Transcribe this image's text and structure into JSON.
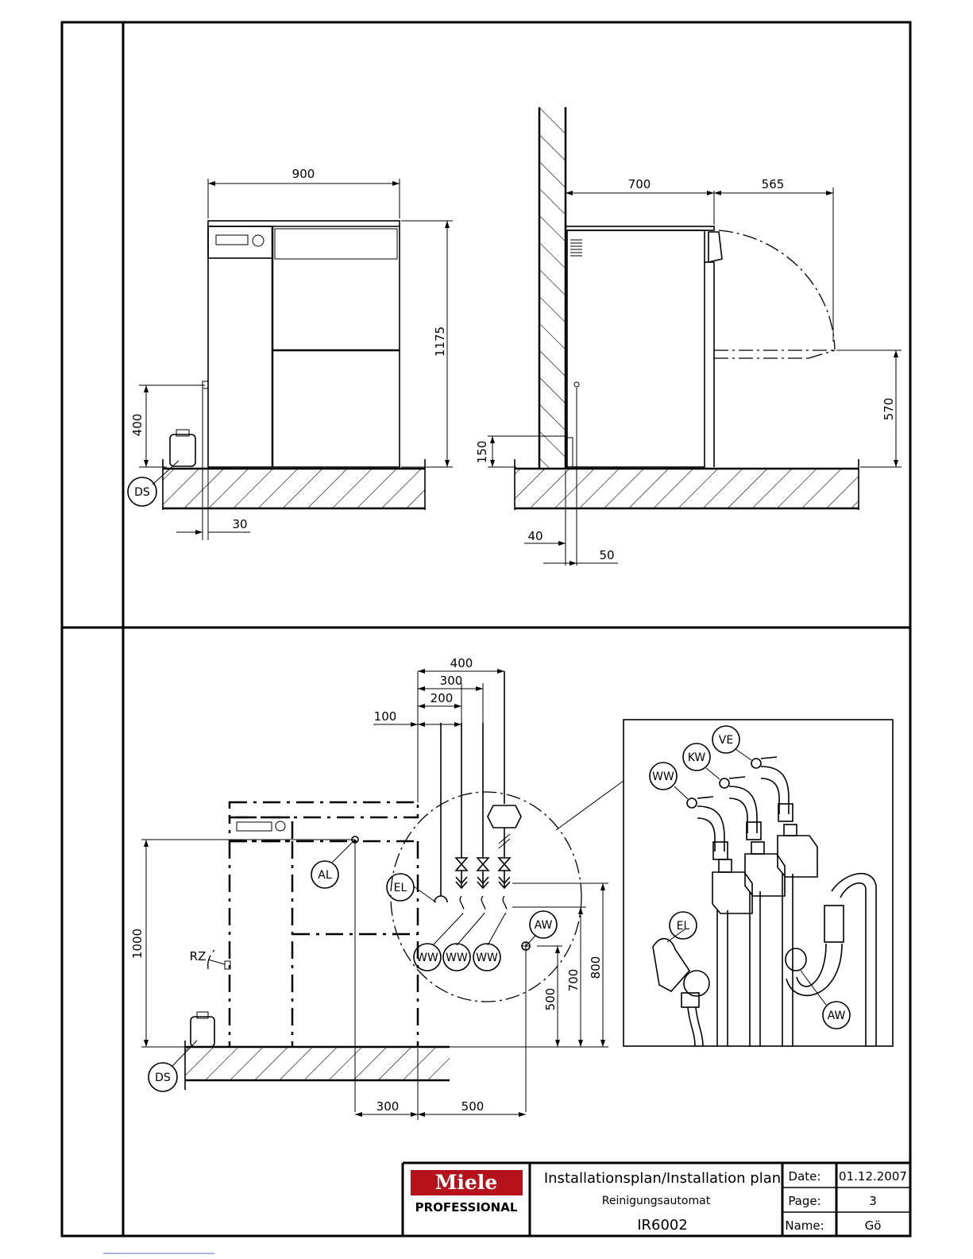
{
  "front_view": {
    "dims": {
      "width": "900",
      "height": "1175",
      "connection_height": "400",
      "offset": "30"
    },
    "labels": {
      "ds": "DS"
    }
  },
  "side_view": {
    "dims": {
      "depth": "700",
      "door": "565",
      "door_height": "570",
      "socket_height": "150",
      "d40": "40",
      "d50": "50"
    }
  },
  "plan_view": {
    "dims": {
      "d400": "400",
      "d300": "300",
      "d200": "200",
      "d100": "100",
      "d1000": "1000",
      "d500v": "500",
      "d700v": "700",
      "d800v": "800",
      "d300h": "300",
      "d500h": "500"
    },
    "labels": {
      "al": "AL",
      "el": "EL",
      "rz": "RZ",
      "ds": "DS",
      "aw": "AW",
      "ww1": "WW",
      "ww2": "WW",
      "ww3": "WW"
    }
  },
  "detail_view": {
    "labels": {
      "ww": "WW",
      "kw": "KW",
      "ve": "VE",
      "el": "EL",
      "aw": "AW"
    }
  },
  "title_block": {
    "logo_main": "Miele",
    "logo_sub": "PROFESSIONAL",
    "title": "Installationsplan/Installation plan",
    "subtitle": "Reinigungsautomat",
    "model": "IR6002",
    "date_label": "Date:",
    "date_value": "01.12.2007",
    "page_label": "Page:",
    "page_value": "3",
    "name_label": "Name:",
    "name_value": "Gö"
  },
  "colors": {
    "logo_red": "#b5121b",
    "ink": "#000000"
  }
}
